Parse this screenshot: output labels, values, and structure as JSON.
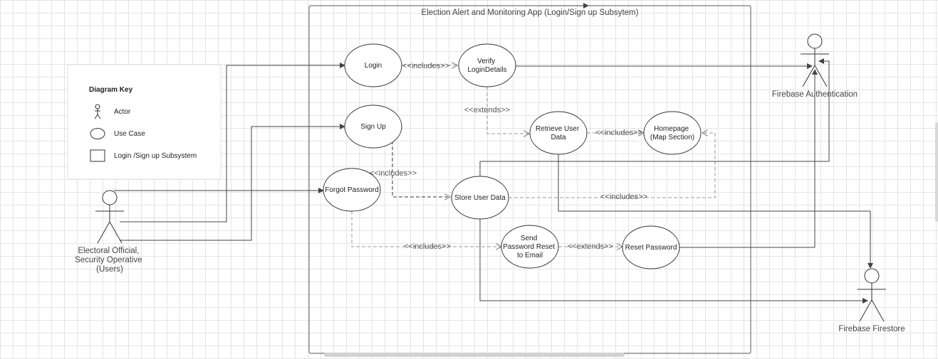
{
  "system": {
    "title": "Election Alert and Monitoring App (Login/Sign up Subsytem)"
  },
  "key": {
    "title": "Diagram Key",
    "actor_label": "Actor",
    "use_case_label": "Use Case",
    "subsystem_label": "Login /Sign up Subsystem"
  },
  "actors": {
    "users": [
      "Electoral Official,",
      "Security Operative",
      "(Users)"
    ],
    "firebase_auth": "Firebase Authentication",
    "firebase_firestore": "Firebase Firestore"
  },
  "use_cases": {
    "login": [
      "Login"
    ],
    "verify": [
      "Verify",
      "LoginDetails"
    ],
    "signup": [
      "Sign Up"
    ],
    "retrieve": [
      "Retrieve User",
      "Data"
    ],
    "homepage": [
      "Homepage",
      "(Map Section)"
    ],
    "forgot": [
      "Forgot Password"
    ],
    "store": [
      "Store User Data"
    ],
    "send_reset": [
      "Send",
      "Password Reset",
      "to Email"
    ],
    "reset": [
      "Reset Password"
    ]
  },
  "relations": {
    "login_verify": "<<includes>>",
    "verify_retrieve": "<<extends>>",
    "retrieve_home": "<<includes>>",
    "signup_store": "<<includes>>",
    "store_home": "<<includes>>",
    "forgot_send": "<<includes>>",
    "send_reset": "<<extends>>"
  }
}
